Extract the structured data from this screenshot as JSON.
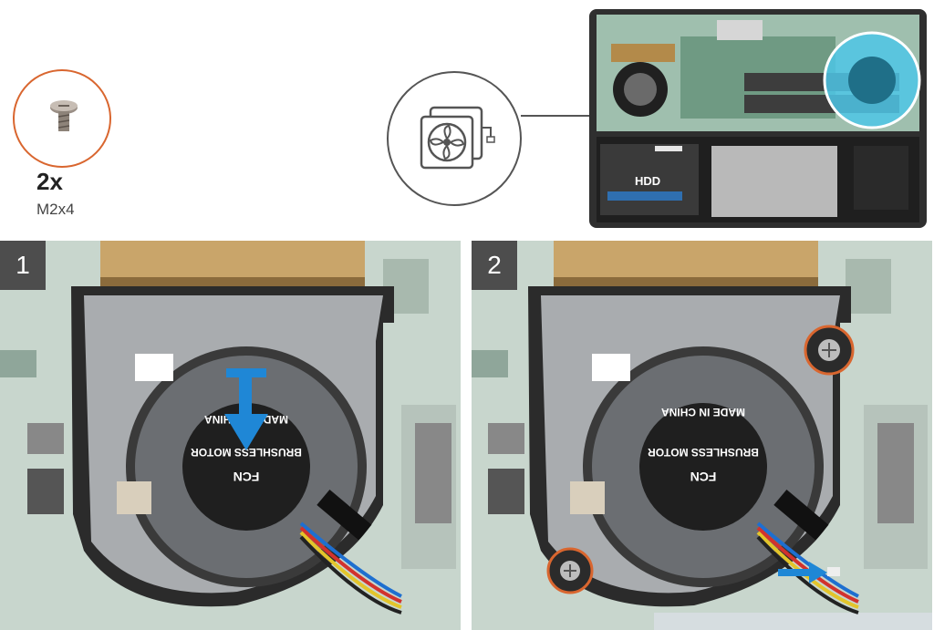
{
  "screw": {
    "count": "2x",
    "size": "M2x4"
  },
  "overview": {
    "hdd_label": "HDD"
  },
  "steps": [
    {
      "number": "1",
      "fan_label_made_in": "MADE IN CHINA",
      "fan_label_motor": "BRUSHLESS MOTOR",
      "fan_label_brand": "FCN"
    },
    {
      "number": "2",
      "fan_label_made_in": "MADE IN CHINA",
      "fan_label_motor": "BRUSHLESS MOTOR",
      "fan_label_brand": "FCN"
    }
  ],
  "colors": {
    "callout_orange": "#d9662f",
    "arrow_blue": "#1f87d6",
    "board_green": "#b7c9bf",
    "fan_dark": "#2b2b2b",
    "fan_body": "#a9acaf"
  }
}
